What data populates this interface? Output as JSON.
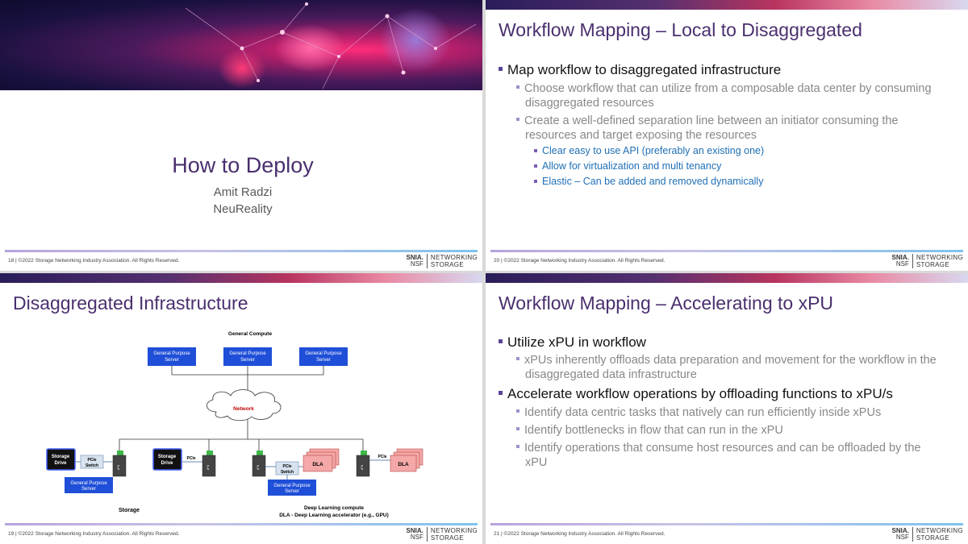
{
  "footer": {
    "copyright": "| ©2022 Storage Networking Industry Association. All Rights Reserved.",
    "logo_snia": "SNIA.",
    "logo_nsf": "NSF",
    "logo_line1": "NETWORKING",
    "logo_line2": "STORAGE"
  },
  "slides": {
    "s18": {
      "number": "18",
      "title": "How to Deploy",
      "author": "Amit Radzi",
      "company": "NeuReality"
    },
    "s20": {
      "number": "20",
      "title": "Workflow Mapping – Local to Disaggregated",
      "bullet1": "Map workflow to disaggregated infrastructure",
      "sub1_line1": "Choose workflow that can utilize from a composable data center by consuming",
      "sub1_line2": "disaggregated resources",
      "sub2_line1": "Create a well-defined separation line between an initiator consuming the",
      "sub2_line2": "resources and target exposing the resources",
      "subsub1": "Clear easy to use API (preferably an existing one)",
      "subsub2": "Allow for virtualization and multi tenancy",
      "subsub3": "Elastic – Can be added and removed dynamically"
    },
    "s19": {
      "number": "19",
      "title": "Disaggregated Infrastructure",
      "general_compute": "General Compute",
      "gps_line1": "General Purpose",
      "gps_line2": "Server",
      "network": "Network",
      "storage_drive_l1": "Storage",
      "storage_drive_l2": "Drive",
      "pcie_l1": "PCIe",
      "pcie_l2": "Switch",
      "pcie": "PCIe",
      "dla": "DLA",
      "xpu": "xPU",
      "storage_label": "Storage",
      "dl_compute": "Deep Learning compute",
      "dla_note": "DLA - Deep Learning accelerator (e.g., GPU)"
    },
    "s21": {
      "number": "21",
      "title": "Workflow Mapping – Accelerating to xPU",
      "bullet1": "Utilize xPU in workflow",
      "sub1_line1": "xPUs inherently offloads data preparation and movement for the workflow in the",
      "sub1_line2": "disaggregated data infrastructure",
      "bullet2": "Accelerate workflow operations by offloading functions to xPU/s",
      "sub2": "Identify data centric tasks that natively can run efficiently inside xPUs",
      "sub3": "Identify bottlenecks in flow that can run in the xPU",
      "sub4_line1": "Identify operations that consume host resources and can be offloaded by the",
      "sub4_line2": "xPU"
    }
  },
  "colors": {
    "title": "#4a2f6e",
    "bullet_marker": "#5a4496",
    "link_blue": "#1f6fb5",
    "server_blue": "#1f4fd8",
    "dla_red": "#f4a8a8"
  }
}
